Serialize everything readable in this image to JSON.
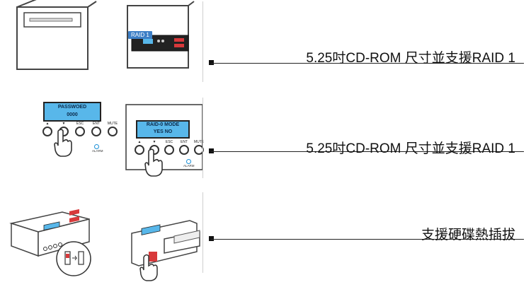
{
  "rows": [
    {
      "caption": "5.25吋CD-ROM 尺寸並支援RAID 1",
      "tag": "RAID 1"
    },
    {
      "caption": "5.25吋CD-ROM 尺寸並支援RAID 1",
      "lcd_left": [
        "PASSWOED",
        "0000"
      ],
      "lcd_right": [
        "RAID-0    MODE",
        "YES        NO"
      ],
      "buttons": [
        "▲",
        "▼",
        "ESC",
        "ENT",
        "MUTE"
      ],
      "alarm": "ALARM"
    },
    {
      "caption": "支援硬碟熱插拔"
    }
  ],
  "colors": {
    "lcd": "#58b7ea",
    "tag": "#3d7fc6",
    "disk_accent": "#d8393b",
    "alarm_led": "#1a8fd6"
  }
}
